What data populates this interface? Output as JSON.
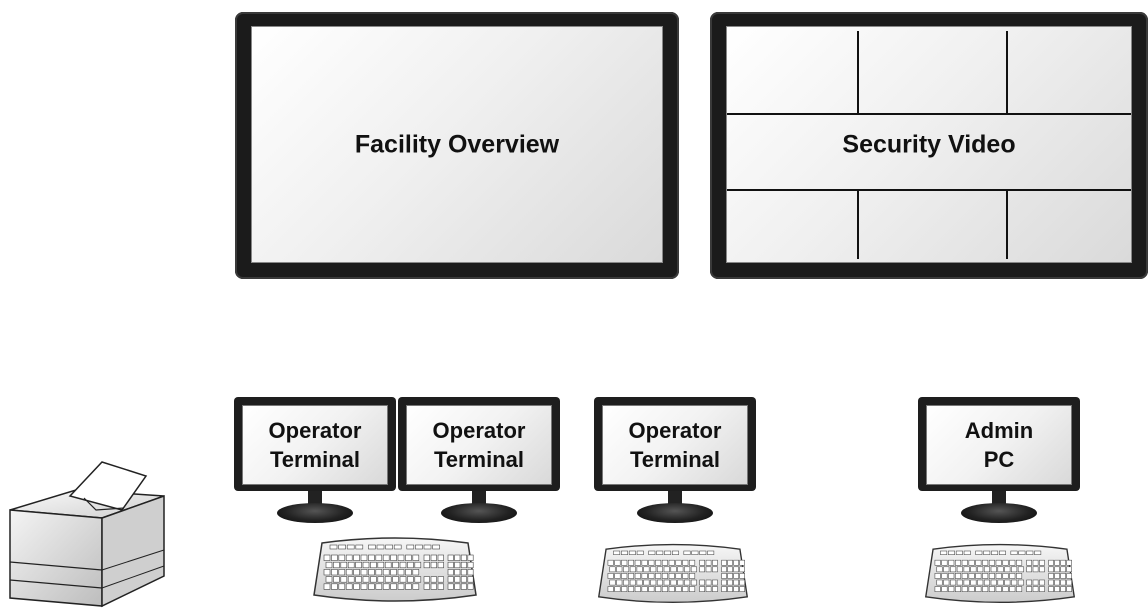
{
  "walls": {
    "facility": {
      "label": "Facility Overview"
    },
    "security": {
      "label": "Security Video"
    }
  },
  "workstations": [
    {
      "label": "Operator\nTerminal"
    },
    {
      "label": "Operator\nTerminal"
    },
    {
      "label": "Operator\nTerminal"
    },
    {
      "label": "Admin\nPC"
    }
  ],
  "icons": {
    "printer": "printer-icon",
    "keyboard": "keyboard-icon",
    "monitor": "monitor-icon"
  }
}
